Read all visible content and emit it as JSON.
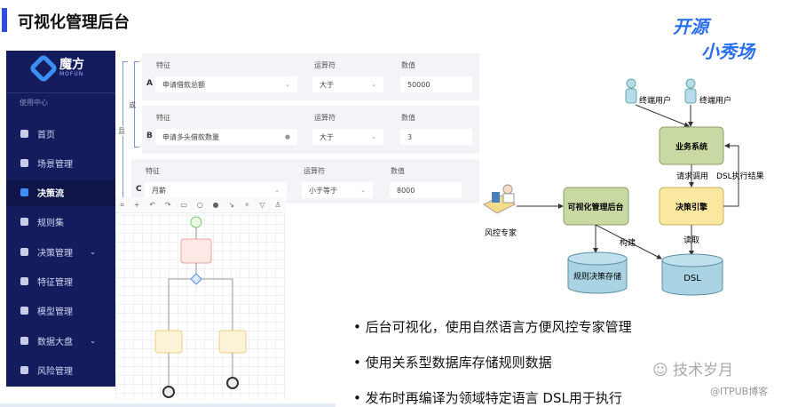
{
  "title": "可视化管理后台",
  "brand": {
    "line1": "开源",
    "line2": "小秀场"
  },
  "sidebar": {
    "logo_text": "魔方",
    "logo_sub": "MOFUN",
    "category": "使用中心",
    "items": [
      {
        "label": "首页"
      },
      {
        "label": "场景管理"
      },
      {
        "label": "决策流",
        "active": true
      },
      {
        "label": "规则集"
      },
      {
        "label": "决策管理",
        "chevron": true
      },
      {
        "label": "特征管理"
      },
      {
        "label": "模型管理"
      },
      {
        "label": "数据大盘",
        "chevron": true
      },
      {
        "label": "风险管理"
      }
    ]
  },
  "form": {
    "or_label": "或",
    "and_label": "且",
    "col_feature": "特征",
    "col_operator": "运算符",
    "col_value": "数值",
    "rows": [
      {
        "letter": "A",
        "feature": "申请借款总额",
        "operator": "大于",
        "value": "50000"
      },
      {
        "letter": "B",
        "feature": "申请多头借款数量",
        "operator": "大于",
        "value": "3"
      },
      {
        "letter": "C",
        "feature": "月薪",
        "operator": "小于等于",
        "value": "8000"
      }
    ]
  },
  "diagram": {
    "user1": "终端用户",
    "user2": "终端用户",
    "biz": "业务系统",
    "engine": "决策引擎",
    "admin": "可视化管理后台",
    "expert": "风控专家",
    "store": "规则决策存储",
    "dsl": "DSL",
    "req": "请求调用",
    "result": "DSL执行结果",
    "build": "构建",
    "read": "读取",
    "colors": {
      "green": "#c9d9a4",
      "yellow": "#fbe8a0",
      "cyl": "#a9d3e3"
    }
  },
  "bullets": [
    "后台可视化，使用自然语言方便风控专家管理",
    "使用关系型数据库存储规则数据",
    "发布时再编译为领域特定语言 DSL用于执行"
  ],
  "watermark": {
    "name": "技术岁月",
    "source": "@ITPUB博客"
  }
}
